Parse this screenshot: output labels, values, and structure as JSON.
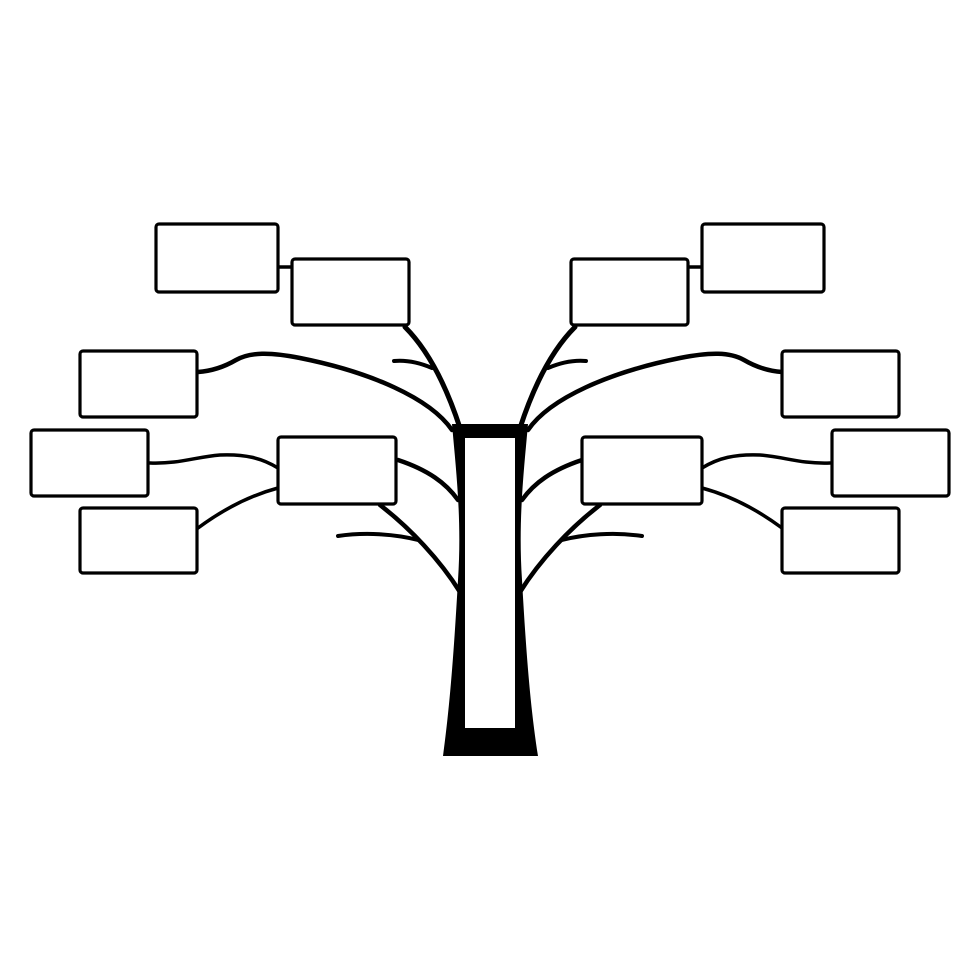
{
  "diagram": {
    "type": "family-tree-template",
    "colors": {
      "ink": "#000000",
      "background": "#ffffff"
    },
    "trunk": {
      "label": ""
    },
    "left_boxes": [
      {
        "id": "left-top-outer",
        "label": ""
      },
      {
        "id": "left-top-inner",
        "label": ""
      },
      {
        "id": "left-upper-mid",
        "label": ""
      },
      {
        "id": "left-mid-outer",
        "label": ""
      },
      {
        "id": "left-mid-inner",
        "label": ""
      },
      {
        "id": "left-bottom",
        "label": ""
      }
    ],
    "right_boxes": [
      {
        "id": "right-top-outer",
        "label": ""
      },
      {
        "id": "right-top-inner",
        "label": ""
      },
      {
        "id": "right-upper-mid",
        "label": ""
      },
      {
        "id": "right-mid-outer",
        "label": ""
      },
      {
        "id": "right-mid-inner",
        "label": ""
      },
      {
        "id": "right-bottom",
        "label": ""
      }
    ]
  }
}
